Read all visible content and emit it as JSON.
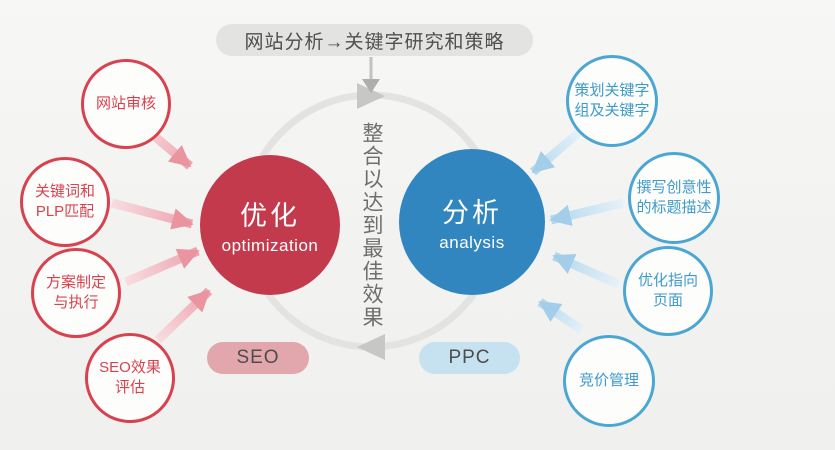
{
  "title": {
    "text": "网站分析→关键字研究和策略"
  },
  "hub": {
    "seo": {
      "zh": "优化",
      "en": "optimization",
      "badge": "SEO"
    },
    "ppc": {
      "zh": "分析",
      "en": "analysis",
      "badge": "PPC"
    },
    "vertical_note": "整合以达到最佳效果"
  },
  "seo_nodes": [
    {
      "lines": [
        "网站审核",
        ""
      ]
    },
    {
      "lines": [
        "关键词和",
        "PLP匹配"
      ]
    },
    {
      "lines": [
        "方案制定",
        "与执行"
      ]
    },
    {
      "lines": [
        "SEO效果",
        "评估"
      ]
    }
  ],
  "ppc_nodes": [
    {
      "lines": [
        "策划关键字",
        "组及关键字"
      ]
    },
    {
      "lines": [
        "撰写创意性",
        "的标题描述"
      ]
    },
    {
      "lines": [
        "优化指向",
        "页面"
      ]
    },
    {
      "lines": [
        "竞价管理",
        ""
      ]
    }
  ],
  "colors": {
    "seo_hub": "#c23a4b",
    "ppc_hub": "#3286c0",
    "seo_node_border": "#d8424f",
    "ppc_node_border": "#4ba6d3",
    "seo_badge_bg": "#e2a7ad",
    "ppc_badge_bg": "#c6e1f0",
    "cycle_ring": "#e3e3e1"
  }
}
